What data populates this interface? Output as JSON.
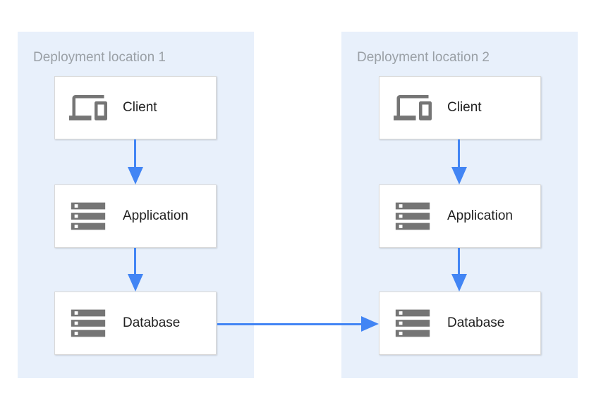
{
  "diagram": {
    "panels": [
      {
        "title": "Deployment location 1",
        "nodes": [
          {
            "label": "Client",
            "icon": "devices-icon"
          },
          {
            "label": "Application",
            "icon": "storage-icon"
          },
          {
            "label": "Database",
            "icon": "storage-icon"
          }
        ]
      },
      {
        "title": "Deployment location 2",
        "nodes": [
          {
            "label": "Client",
            "icon": "devices-icon"
          },
          {
            "label": "Application",
            "icon": "storage-icon"
          },
          {
            "label": "Database",
            "icon": "storage-icon"
          }
        ]
      }
    ],
    "connections": [
      {
        "from": "client-location-1",
        "to": "application-location-1"
      },
      {
        "from": "application-location-1",
        "to": "database-location-1"
      },
      {
        "from": "client-location-2",
        "to": "application-location-2"
      },
      {
        "from": "application-location-2",
        "to": "database-location-2"
      },
      {
        "from": "database-location-1",
        "to": "database-location-2"
      }
    ],
    "colors": {
      "panel_bg": "#e8f0fb",
      "arrow": "#4285f4",
      "icon": "#757575",
      "title_text": "#9aa0a6",
      "label_text": "#212121",
      "box_border": "#d9d9d9",
      "box_bg": "#ffffff",
      "page_bg": "#ffffff"
    }
  }
}
